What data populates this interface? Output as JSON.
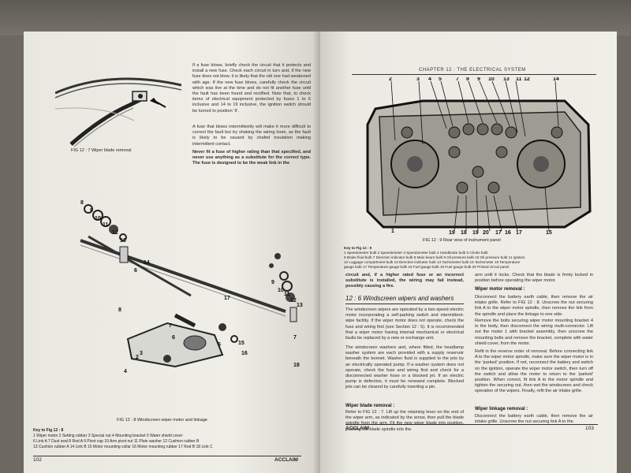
{
  "left_page": {
    "fig7_caption": "FIG 12 : 7  Wiper blade removal",
    "fuse_paragraph": "If a fuse blows, briefly check the circuit that it protects and install a new fuse. Check each circuit in turn and, if the new fuse does not blow, it is likely that the old one had weakened with age. If the new fuse blows, carefully check the circuit which was live at the time and do not fit another fuse until the fault has been found and rectified. Note that, to check items of electrical equipment protected by fuses 1 to 6 inclusive and 14 to 19 inclusive, the ignition switch should be turned to position 'II'.",
    "fuse_paragraph2": "A fuse that blows intermittently will make it more difficult to correct the fault but try shaking the wiring loom, as the fault is likely to be caused by chafed insulation making intermittent contact.",
    "warning": "Never fit a fuse of higher rating than that specified, and never use anything as a substitute for the correct type. The fuse is designed to be the weak link in the",
    "fig8_caption": "FIG 12 : 8   Windscreen wiper motor and linkage",
    "key_title": "Key to Fig 12 : 8",
    "key_lines": [
      "1 Wiper motor   2 Setting rubber   3 Special nut   4 Mounting bracket   5 Water shield cover",
      "6 Link A   7 Dust seal   8 Rod A   9 Pivot cap   10 Arm pivot nut   11 Plain washer   12 Cushion rubber B",
      "13 Cushion rubber A   14 Link B   15 Motor mounting collar   16 Motor mounting rubber   17 Rod B   18 Link C"
    ],
    "page_number": "102",
    "footer_title": "ACCLAIM"
  },
  "right_page": {
    "chapter_header": "CHAPTER 12 : THE ELECTRICAL SYSTEM",
    "fig9_caption": "FIG 12 : 9  Rear view of instrument panel",
    "key9_title": "Key to Fig 12 : 9",
    "key9_lines": [
      "1 Speedometer bulb   2 Speedometer   3 Speedometer bulb   4 Handbrake bulb   5 Choke bulb",
      "6 Brake fluid bulb   7 Direction indicator bulb   8 Main beam bulb   9 Oil pressure bulb   10 Oil pressure bulb   11 Ignition",
      "12 Luggage compartment bulb   13 Direction indicator bulb   14 Tachometer bulb   15 Tachometer   16 Temperature",
      "gauge bulb   17 Temperature gauge bulb   18 Fuel gauge bulb   19 Fuel gauge bulb   20 Printed circuit panel"
    ],
    "col1_intro": "circuit and, if a higher rated fuse or an incorrect substitute is installed, the wiring may fail instead, possibly causing a fire.",
    "section_title": "12 : 6  Windscreen wipers and washers",
    "section_para1": "The windscreen wipers are operated by a two-speed electric motor incorporating a self-parking switch and intermittent-wipe facility. If the wiper motor does not operate, check the fuse and wiring first (see Section 12 : 5). It is recommended that a wiper motor having internal mechanical or electrical faults be replaced by a new or exchange unit.",
    "section_para2": "The windscreen washers and, where fitted, the headlamp washer system are each provided with a supply reservoir beneath the bonnet. Washer fluid is supplied to the jets by an electrically operated pump. If a washer system does not operate, check the fuse and wiring first and check for a disconnected washer hose or a blocked jet. If an electric pump is defective, it must be renewed complete. Blocked jets can be cleared by carefully inserting a pin.",
    "blade_removal_title": "Wiper blade removal :",
    "blade_removal_text": "Refer to FIG 12 : 7. Lift up the retaining lever on the end of the wiper arm, as indicated by the arrow, then pull the blade spindle from the arm. Fit the new wiper blade into position, pushing the blade spindle into the",
    "col2_intro": "arm until it locks. Check that the blade is firmly locked in position before operating the wiper motor.",
    "motor_removal_title": "Wiper motor removal :",
    "motor_removal_text": "Disconnect the battery earth cable, then remove the air intake grille. Refer to FIG 12 : 8. Unscrew the nut securing link A to the wiper motor spindle, then remove the link from the spindle and place the linkage to one side.",
    "motor_removal_text2": "Remove the bolts securing wiper motor mounting bracket 4 to the body, then disconnect the wiring multi-connector. Lift out the motor 1 with bracket assembly, then unscrew the mounting bolts and remove the bracket, complete with water shield cover, from the motor.",
    "refit_text": "Refit in the reverse order of removal. Before connecting link A to the wiper motor spindle, make sure the wiper motor is in the 'parked' position. If not, reconnect the battery and switch on the ignition, operate the wiper motor switch, then turn off the switch and allow the motor to return to the 'parked' position. When correct, fit link A to the motor spindle and tighten the securing nut, then wet the windscreen and check operation of the wipers. Finally, refit the air intake grille.",
    "linkage_title": "Wiper linkage removal :",
    "linkage_text": "Disconnect the battery earth cable, then remove the air intake grille. Unscrew the nut securing link A to the",
    "footer_title": "ACCLAIM",
    "page_number": "103"
  }
}
